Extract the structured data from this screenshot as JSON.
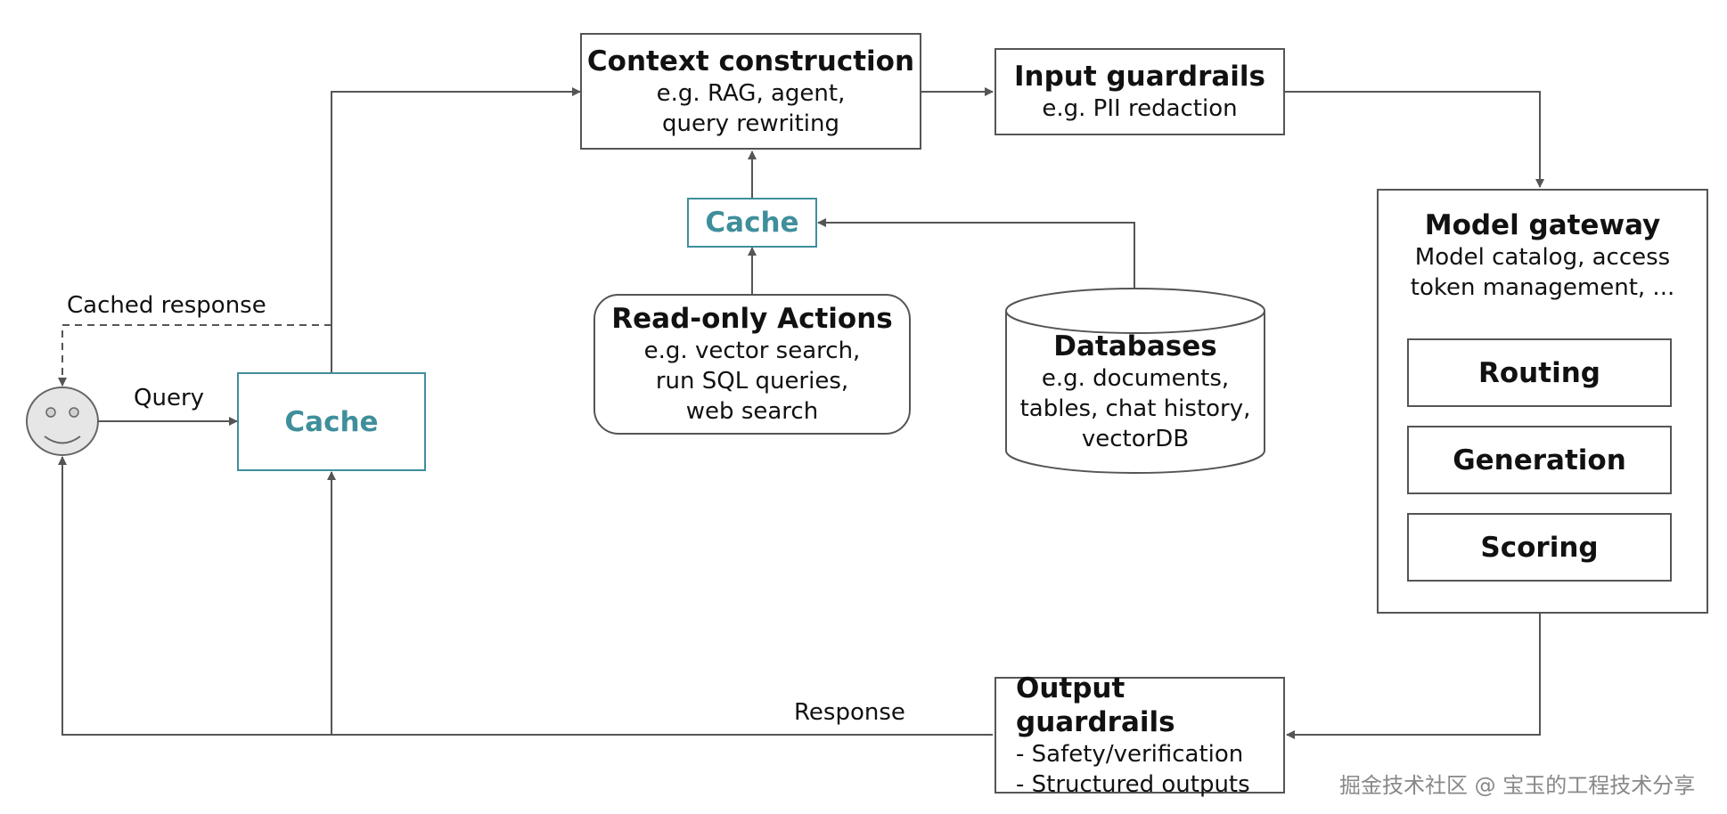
{
  "nodes": {
    "context": {
      "title": "Context construction",
      "lines": [
        "e.g. RAG, agent,",
        "query rewriting"
      ]
    },
    "input_guardrails": {
      "title": "Input guardrails",
      "lines": [
        "e.g. PII redaction"
      ]
    },
    "cache_mid": {
      "title": "Cache"
    },
    "cache_main": {
      "title": "Cache"
    },
    "readonly": {
      "title": "Read-only Actions",
      "lines": [
        "e.g. vector search,",
        "run SQL queries,",
        "web search"
      ]
    },
    "databases": {
      "title": "Databases",
      "lines": [
        "e.g. documents,",
        "tables, chat history,",
        "vectorDB"
      ]
    },
    "gateway": {
      "title": "Model gateway",
      "lines": [
        "Model catalog, access",
        "token management, ..."
      ],
      "items": [
        "Routing",
        "Generation",
        "Scoring"
      ]
    },
    "output_guardrails": {
      "title": "Output guardrails",
      "lines": [
        "- Safety/verification",
        "- Structured outputs"
      ]
    }
  },
  "edge_labels": {
    "cached_response": "Cached response",
    "query": "Query",
    "response": "Response"
  },
  "watermark": "掘金技术社区 @ 宝玉的工程技术分享",
  "colors": {
    "line": "#555555",
    "accent": "#3f8f9b"
  }
}
